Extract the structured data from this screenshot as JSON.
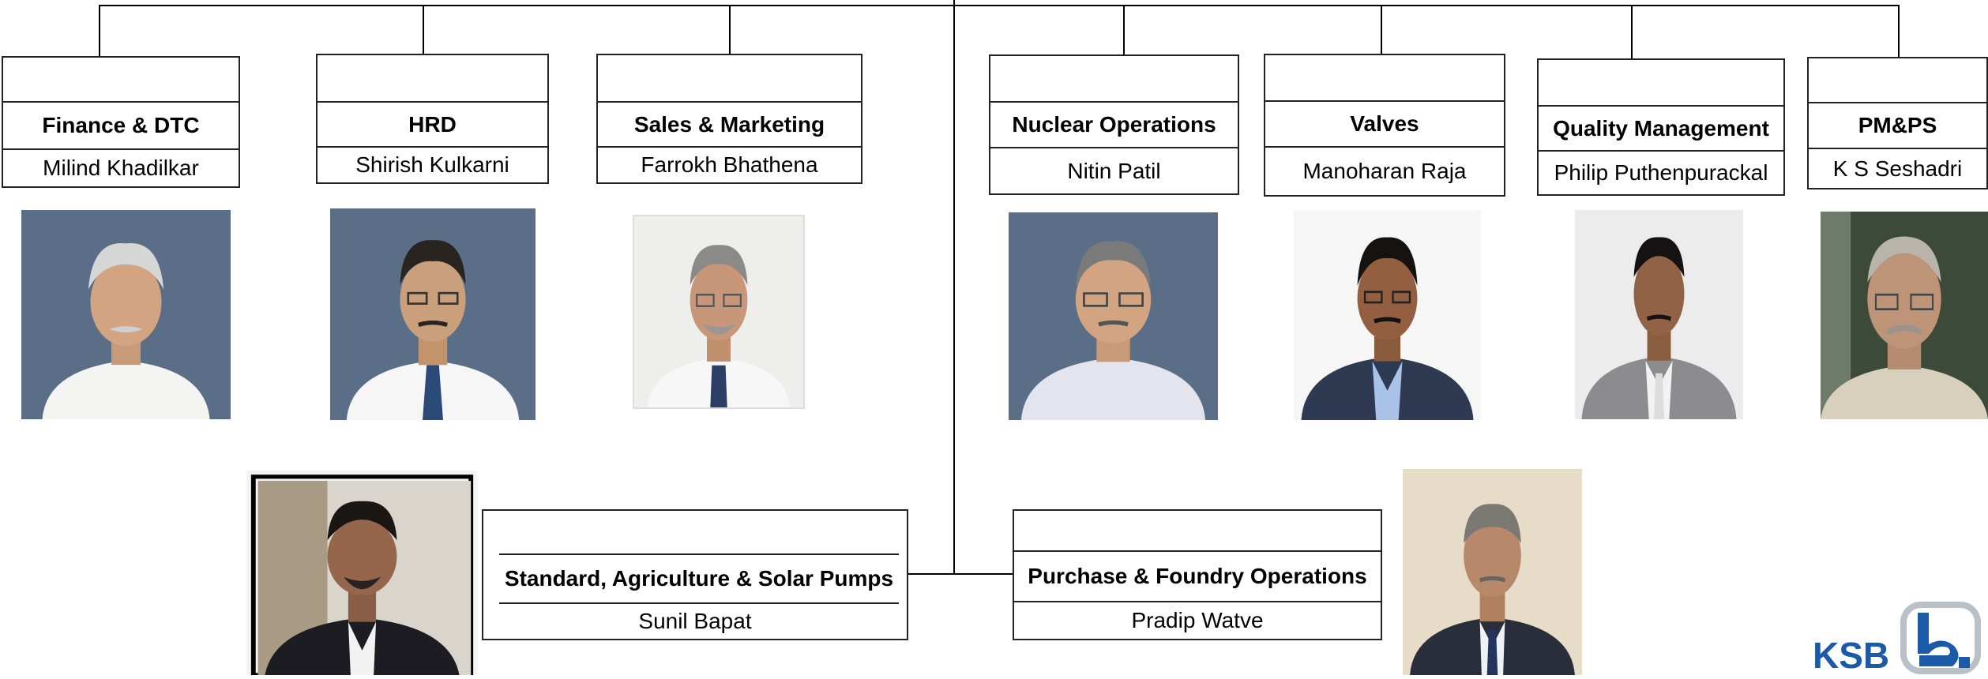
{
  "org_units": [
    {
      "id": "finance",
      "department": "Finance & DTC",
      "head": "Milind Khadilkar"
    },
    {
      "id": "hrd",
      "department": "HRD",
      "head": "Shirish Kulkarni"
    },
    {
      "id": "sales",
      "department": "Sales & Marketing",
      "head": "Farrokh Bhathena"
    },
    {
      "id": "nuclear",
      "department": "Nuclear Operations",
      "head": "Nitin Patil"
    },
    {
      "id": "valves",
      "department": "Valves",
      "head": "Manoharan Raja"
    },
    {
      "id": "quality",
      "department": "Quality Management",
      "head": "Philip Puthenpurackal"
    },
    {
      "id": "pmps",
      "department": "PM&PS",
      "head": "K S Seshadri"
    },
    {
      "id": "standard",
      "department": "Standard, Agriculture & Solar Pumps",
      "head": "Sunil Bapat"
    },
    {
      "id": "purchase",
      "department": "Purchase & Foundry Operations",
      "head": "Pradip Watve"
    }
  ],
  "logo": {
    "text": "KSB",
    "color": "#1b5aa6"
  },
  "colors": {
    "photo_backdrop": "#5a6e88",
    "line": "#000000"
  }
}
